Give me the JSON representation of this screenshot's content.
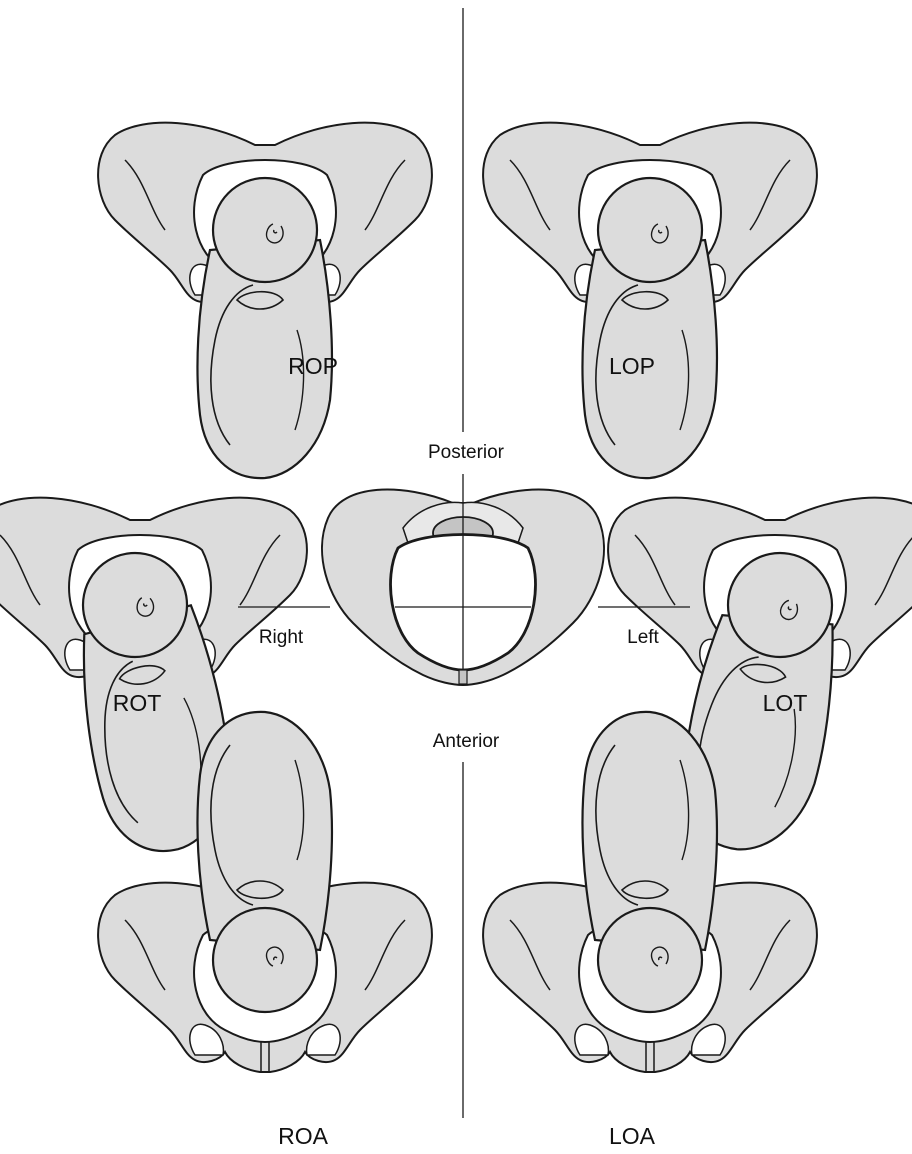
{
  "colors": {
    "fill": "#dcdcdc",
    "shade": "#c4c4c4",
    "outline": "#1a1a1a",
    "background": "#ffffff"
  },
  "directions": {
    "posterior": "Posterior",
    "anterior": "Anterior",
    "right": "Right",
    "left": "Left"
  },
  "positions": {
    "rop": "ROP",
    "lop": "LOP",
    "rot": "ROT",
    "lot": "LOT",
    "roa": "ROA",
    "loa": "LOA"
  }
}
